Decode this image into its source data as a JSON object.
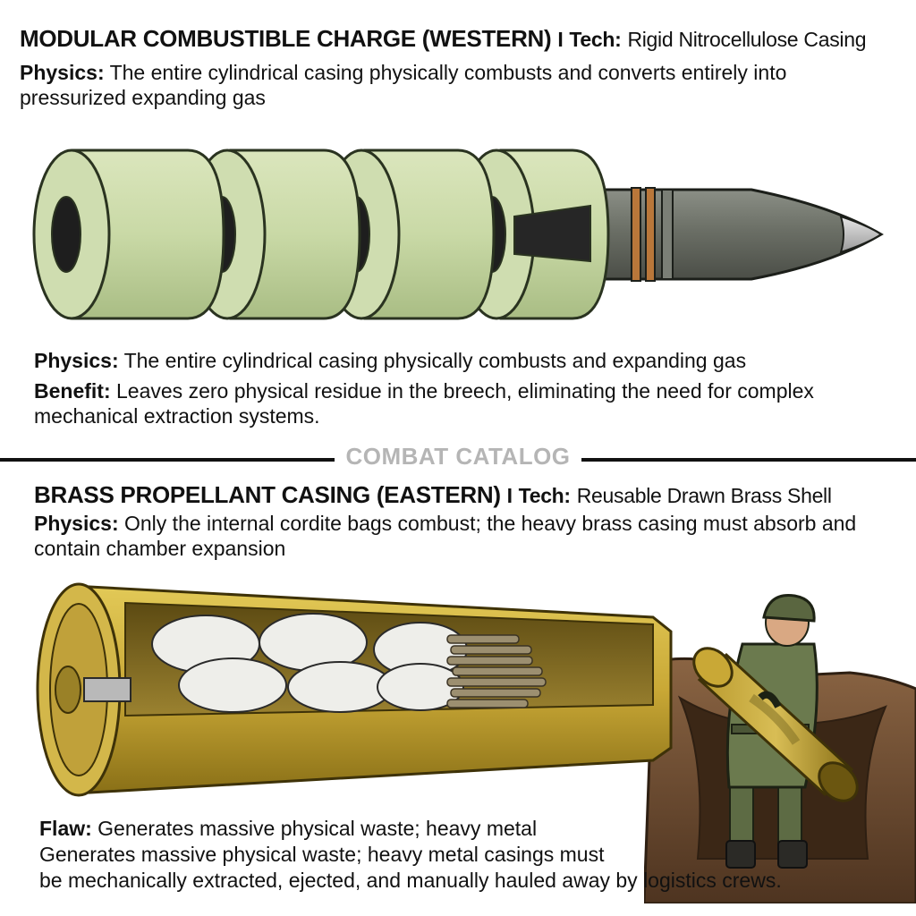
{
  "top": {
    "title": "MODULAR COMBUSTIBLE CHARGE (WESTERN)",
    "separator": "I",
    "tech_label": "Tech:",
    "tech_value": "Rigid Nitrocellulose Casing",
    "physics_label": "Physics:",
    "physics_text": "The entire cylindrical casing physically combusts and converts entirely into pressurized expanding gas",
    "physics2_label": "Physics:",
    "physics2_text": "The entire cylindrical casing physically combusts and expanding gas",
    "benefit_label": "Benefit:",
    "benefit_text": "Leaves zero physical residue in the breech, eliminating the need for complex mechanical extraction systems."
  },
  "divider": {
    "label": "COMBAT CATALOG"
  },
  "bottom": {
    "title": "BRASS PROPELLANT CASING (EASTERN)",
    "separator": "I",
    "tech_label": "Tech:",
    "tech_value": "Reusable Drawn Brass Shell",
    "physics_label": "Physics:",
    "physics_text": "Only the internal cordite bags combust; the heavy brass casing must absorb and contain chamber expansion",
    "flaw_label": "Flaw:",
    "flaw_line1": "Generates massive physical waste; heavy metal",
    "flaw_line2": "Generates massive physical waste; heavy metal casings must",
    "flaw_line3": "be mechanically extracted, ejected, and manually hauled away by logistics crews."
  },
  "colors": {
    "module_green": "#c9d9a6",
    "module_outline": "#2a3320",
    "projectile_grey": "#6b6f66",
    "band_copper": "#b9773a",
    "brass": "#c9a836",
    "brass_dark": "#8a7017",
    "dirt": "#6e4b2e",
    "uniform": "#6b7a4e"
  },
  "icons": [
    "modular-charge-illustration",
    "brass-casing-illustration",
    "soldier-illustration"
  ]
}
